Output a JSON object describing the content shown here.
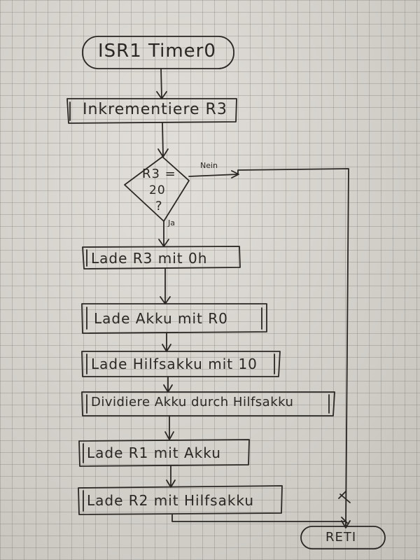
{
  "flowchart": {
    "start": "ISR1 Timer0",
    "step_increment": "Inkrementiere R3",
    "decision_line1": "R3 =",
    "decision_line2": "20",
    "decision_line3": "?",
    "label_no": "Nein",
    "label_yes": "Ja",
    "step_load_r3": "Lade R3 mit 0h",
    "step_load_akku": "Lade Akku mit R0",
    "step_load_hilfsakku": "Lade Hilfsakku mit 10",
    "step_divide": "Dividiere Akku durch Hilfsakku",
    "step_load_r1": "Lade R1 mit Akku",
    "step_load_r2": "Lade R2 mit Hilfsakku",
    "end": "RETI"
  },
  "colors": {
    "ink": "#2a2724",
    "paper": "#d3d0cb"
  }
}
